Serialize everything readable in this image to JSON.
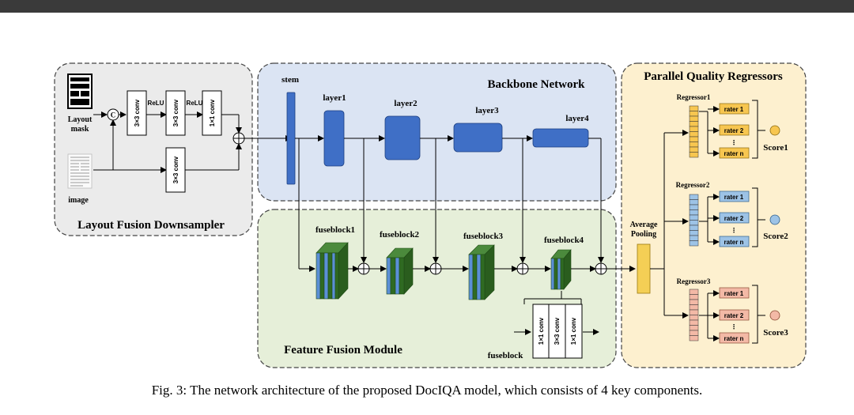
{
  "colors": {
    "layout_panel": "#ebebeb",
    "backbone_panel": "#dbe4f3",
    "fusion_panel": "#e6efd9",
    "regressor_panel": "#fdf0cf",
    "layer_block": "#3f6fc6",
    "fuse_block": "#2f6a22",
    "pooling": "#f4cf55",
    "reg1": "#f7c650",
    "reg2": "#9dc3e6",
    "reg3": "#f3b9a6"
  },
  "layout_fusion": {
    "title": "Layout Fusion Downsampler",
    "mask_label_line1": "Layout",
    "mask_label_line2": "mask",
    "image_label": "image",
    "concat_symbol": "C",
    "conv1": "3×3 conv",
    "conv2": "3×3 conv",
    "conv3": "1×1 conv",
    "conv_bottom": "3×3 conv",
    "relu1": "ReLU",
    "relu2": "ReLU"
  },
  "backbone": {
    "title": "Backbone Network",
    "stem": "stem",
    "layer1": "layer1",
    "layer2": "layer2",
    "layer3": "layer3",
    "layer4": "layer4"
  },
  "fusion": {
    "title": "Feature Fusion Module",
    "fuseblock1": "fuseblock1",
    "fuseblock2": "fuseblock2",
    "fuseblock3": "fuseblock3",
    "fuseblock4": "fuseblock4",
    "fuseblock": "fuseblock",
    "detail_conv1": "1×1 conv",
    "detail_conv2": "3×3 conv",
    "detail_conv3": "1×1 conv"
  },
  "regressors": {
    "title": "Parallel Quality Regressors",
    "pooling_line1": "Average",
    "pooling_line2": "Pooling",
    "regressor1": "Regressor1",
    "regressor2": "Regressor2",
    "regressor3": "Regressor3",
    "rater1": "rater 1",
    "rater2": "rater 2",
    "ratern": "rater n",
    "dots": "⋮",
    "score1": "Score1",
    "score2": "Score2",
    "score3": "Score3"
  },
  "caption": "Fig. 3: The network architecture of the proposed DocIQA model, which consists of 4 key components."
}
